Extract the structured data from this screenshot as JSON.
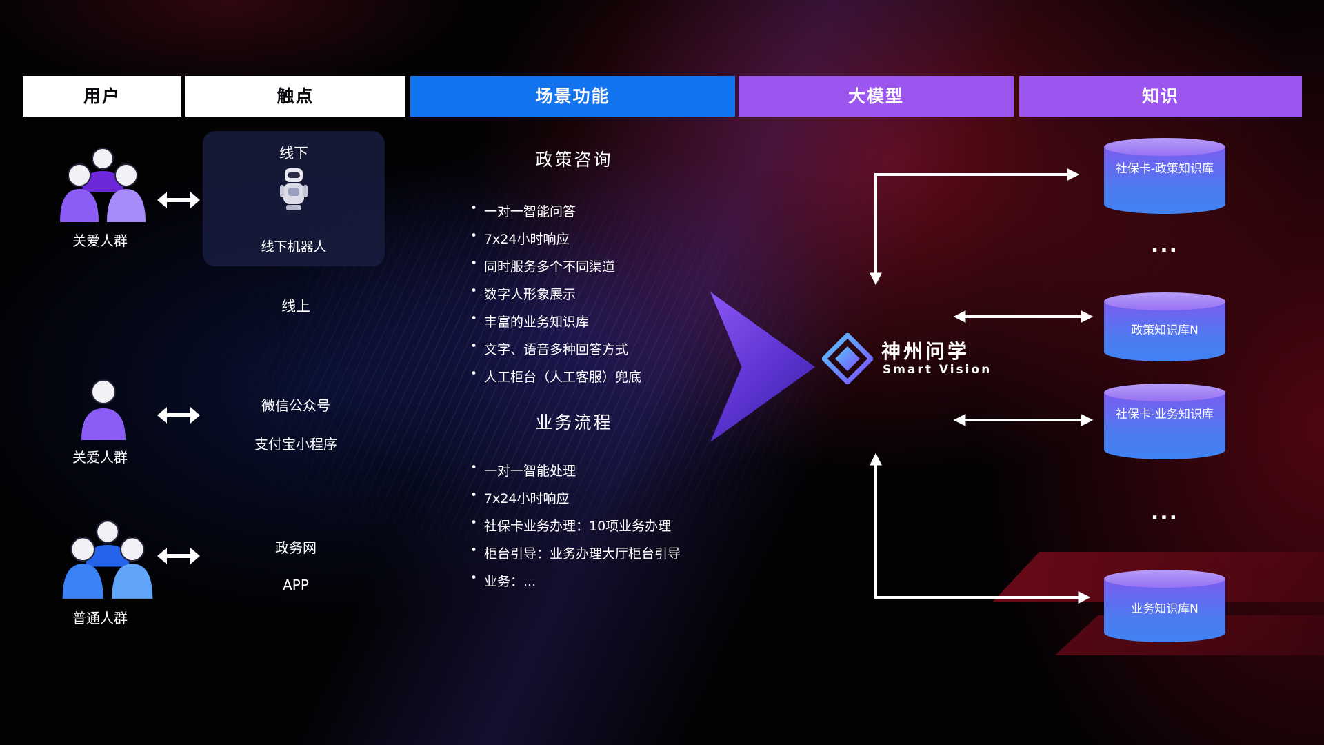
{
  "headers": [
    {
      "label": "用户"
    },
    {
      "label": "触点"
    },
    {
      "label": "场景功能"
    },
    {
      "label": "大模型"
    },
    {
      "label": "知识"
    }
  ],
  "users": [
    {
      "label": "关爱人群",
      "icon": "group-people-purple"
    },
    {
      "label": "关爱人群",
      "icon": "person-purple"
    },
    {
      "label": "普通人群",
      "icon": "group-people-blue"
    }
  ],
  "touchpoints": {
    "offline_title": "线下",
    "robot_label": "线下机器人",
    "online_title": "线上",
    "online_items": [
      "微信公众号",
      "支付宝小程序"
    ],
    "gov_items": [
      "政务网",
      "APP"
    ]
  },
  "scenarios": [
    {
      "title": "政策咨询",
      "items": [
        "一对一智能问答",
        "7x24小时响应",
        "同时服务多个不同渠道",
        "数字人形象展示",
        "丰富的业务知识库",
        "文字、语音多种回答方式",
        "人工柜台（人工客服）兜底"
      ]
    },
    {
      "title": "业务流程",
      "items": [
        "一对一智能处理",
        "7x24小时响应",
        "社保卡业务办理：10项业务办理",
        "柜台引导：业务办理大厅柜台引导",
        "业务：..."
      ]
    }
  ],
  "model": {
    "name": "神州问学",
    "subtitle": "Smart Vision",
    "logo": "diamond-gem-icon"
  },
  "knowledge": [
    {
      "label": "社保卡-政策知识库",
      "type": "database"
    },
    {
      "label": "...",
      "type": "ellipsis"
    },
    {
      "label": "政策知识库N",
      "type": "database"
    },
    {
      "label": "社保卡-业务知识库",
      "type": "database"
    },
    {
      "label": "...",
      "type": "ellipsis"
    },
    {
      "label": "业务知识库N",
      "type": "database"
    }
  ],
  "colors": {
    "header_blue": "#1374f0",
    "header_purple": "#9d55f0",
    "header_white": "#ffffff",
    "cylinder_top": "#b79cf9",
    "cylinder_body_top": "#7a5cf0",
    "cylinder_body_bottom": "#3f83f2",
    "flow_arrow_purple": "#6a3df0",
    "user_icon_purple": "#8b5cf6",
    "user_icon_blue": "#3b82f6",
    "connector_white": "#ffffff",
    "background_red_glow": "#b9122a",
    "background_blue_glow": "#2341d7"
  }
}
